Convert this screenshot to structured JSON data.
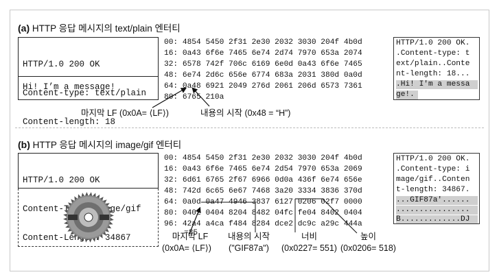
{
  "panel_a": {
    "letter": "(a)",
    "title": "HTTP 응답 메시지의 text/plain 엔터티",
    "headers": [
      "HTTP/1.0 200 OK",
      "Content-type: text/plain",
      "Content-length: 18"
    ],
    "body": "Hi! I’m a message!",
    "hex_rows": [
      {
        "offset": "00:",
        "bytes": "4854 5450 2f31 2e30 2032 3030 204f 4b0d"
      },
      {
        "offset": "16:",
        "bytes": "0a43 6f6e 7465 6e74 2d74 7970 653a 2074"
      },
      {
        "offset": "32:",
        "bytes": "6578 742f 706c 6169 6e0d 0a43 6f6e 7465"
      },
      {
        "offset": "48:",
        "bytes": "6e74 2d6c 656e 6774 683a 2031 380d 0a0d"
      },
      {
        "offset": "64:",
        "bytes": "0a48 6921 2049 276d 2061 206d 6573 7361"
      },
      {
        "offset": "80:",
        "bytes": "6765 210a"
      }
    ],
    "ascii_rows": [
      "HTTP/1.0 200 OK.",
      ".Content-type: t",
      "ext/plain..Conte",
      "nt-length: 18...",
      ".Hi! I'm a messa",
      "ge!."
    ],
    "annotations": {
      "last_lf": "마지막 LF (0x0A= ⟨LF⟩)",
      "content_start": "내용의 시작 (0x48 = “H”)"
    }
  },
  "panel_b": {
    "letter": "(b)",
    "title": "HTTP 응답 메시지의 image/gif 엔터티",
    "headers": [
      "HTTP/1.0 200 OK",
      "Content-Type: image/gif",
      "Content-Length: 34867"
    ],
    "image_icon": "saw-blade-image",
    "hex_rows": [
      {
        "offset": "00:",
        "bytes": "4854 5450 2f31 2e30 2032 3030 204f 4b0d"
      },
      {
        "offset": "16:",
        "bytes": "0a43 6f6e 7465 6e74 2d54 7970 653a 2069"
      },
      {
        "offset": "32:",
        "bytes": "6d61 6765 2f67 6966 0d0a 436f 6e74 656e"
      },
      {
        "offset": "48:",
        "bytes": "742d 6c65 6e67 7468 3a20 3334 3836 370d"
      },
      {
        "offset": "64:",
        "bytes": "0a0d 0a47 4946 3837 6127 0206 02f7 0000"
      },
      {
        "offset": "80:",
        "bytes": "0402 0404 8204 8482 04fc fe04 8402 0404"
      },
      {
        "offset": "96:",
        "bytes": "42a4 a4ca f484 8284 dce2 dc9c a29c 444a"
      },
      {
        "offset": "",
        "bytes": "=85"
      }
    ],
    "ascii_rows": [
      "HTTP/1.0 200 OK.",
      ".Content-type: i",
      "mage/gif..Conten",
      "t-length: 34867.",
      "...GIF87a'......",
      "................",
      "B.............DJ"
    ],
    "annotations": {
      "last_lf_1": "마지막 LF",
      "last_lf_2": "(0x0A= ⟨LF⟩)",
      "content_start_1": "내용의 시작",
      "content_start_2": "(\"GIF87a\")",
      "width_1": "너비",
      "width_2": "(0x0227= 551)",
      "height_1": "높이",
      "height_2": "(0x0206= 518)"
    }
  }
}
